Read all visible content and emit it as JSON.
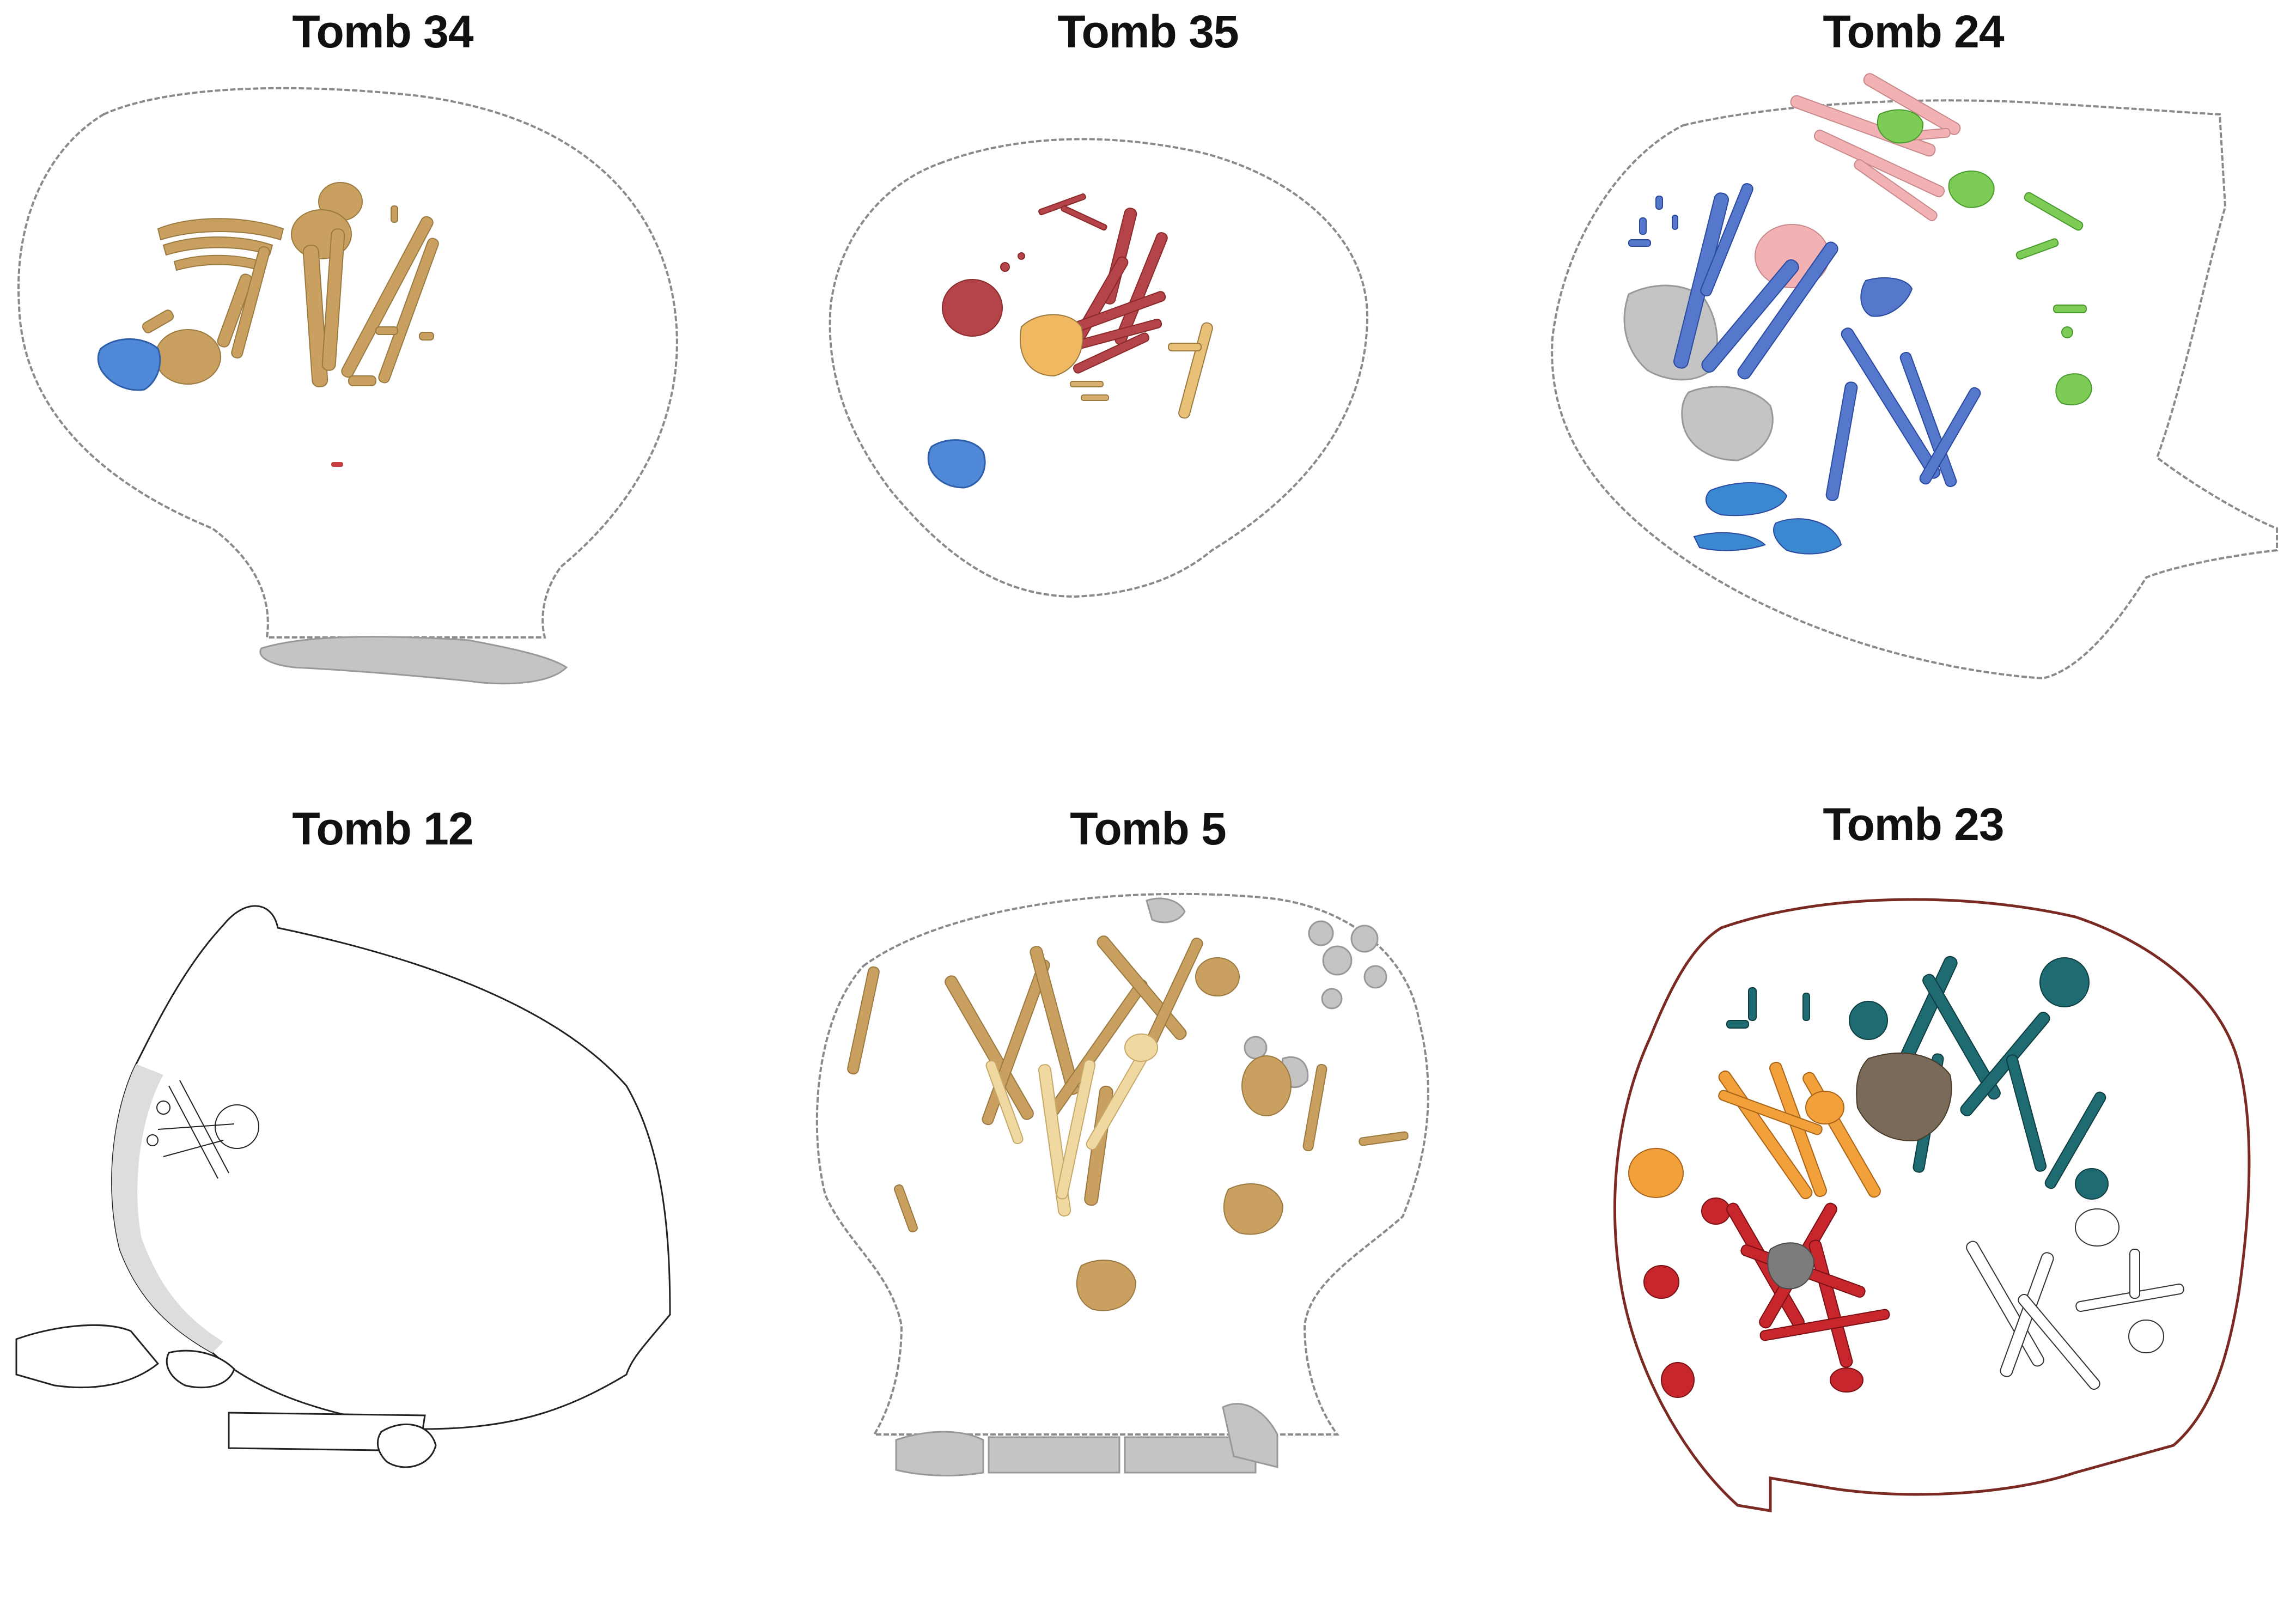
{
  "figure": {
    "panels": [
      {
        "id": "p1",
        "title": "Tomb 34"
      },
      {
        "id": "p2",
        "title": "Tomb 35"
      },
      {
        "id": "p3",
        "title": "Tomb 24"
      },
      {
        "id": "p4",
        "title": "Tomb 12"
      },
      {
        "id": "p5",
        "title": "Tomb 5"
      },
      {
        "id": "p6",
        "title": "Tomb 23"
      }
    ],
    "colors": {
      "outline": "#8a8a8a",
      "ochre": "#c9a060",
      "light_ochre": "#f0d9a0",
      "red": "#b5434a",
      "dark_red": "#c8262d",
      "blue": "#4f89d8",
      "royal_blue": "#4466cc",
      "pink": "#f2b2b4",
      "green": "#7dcc55",
      "orange": "#f2a03a",
      "teal": "#1e6b72",
      "stone": "#c4c4c4",
      "brown_outline": "#7a2a22"
    }
  }
}
